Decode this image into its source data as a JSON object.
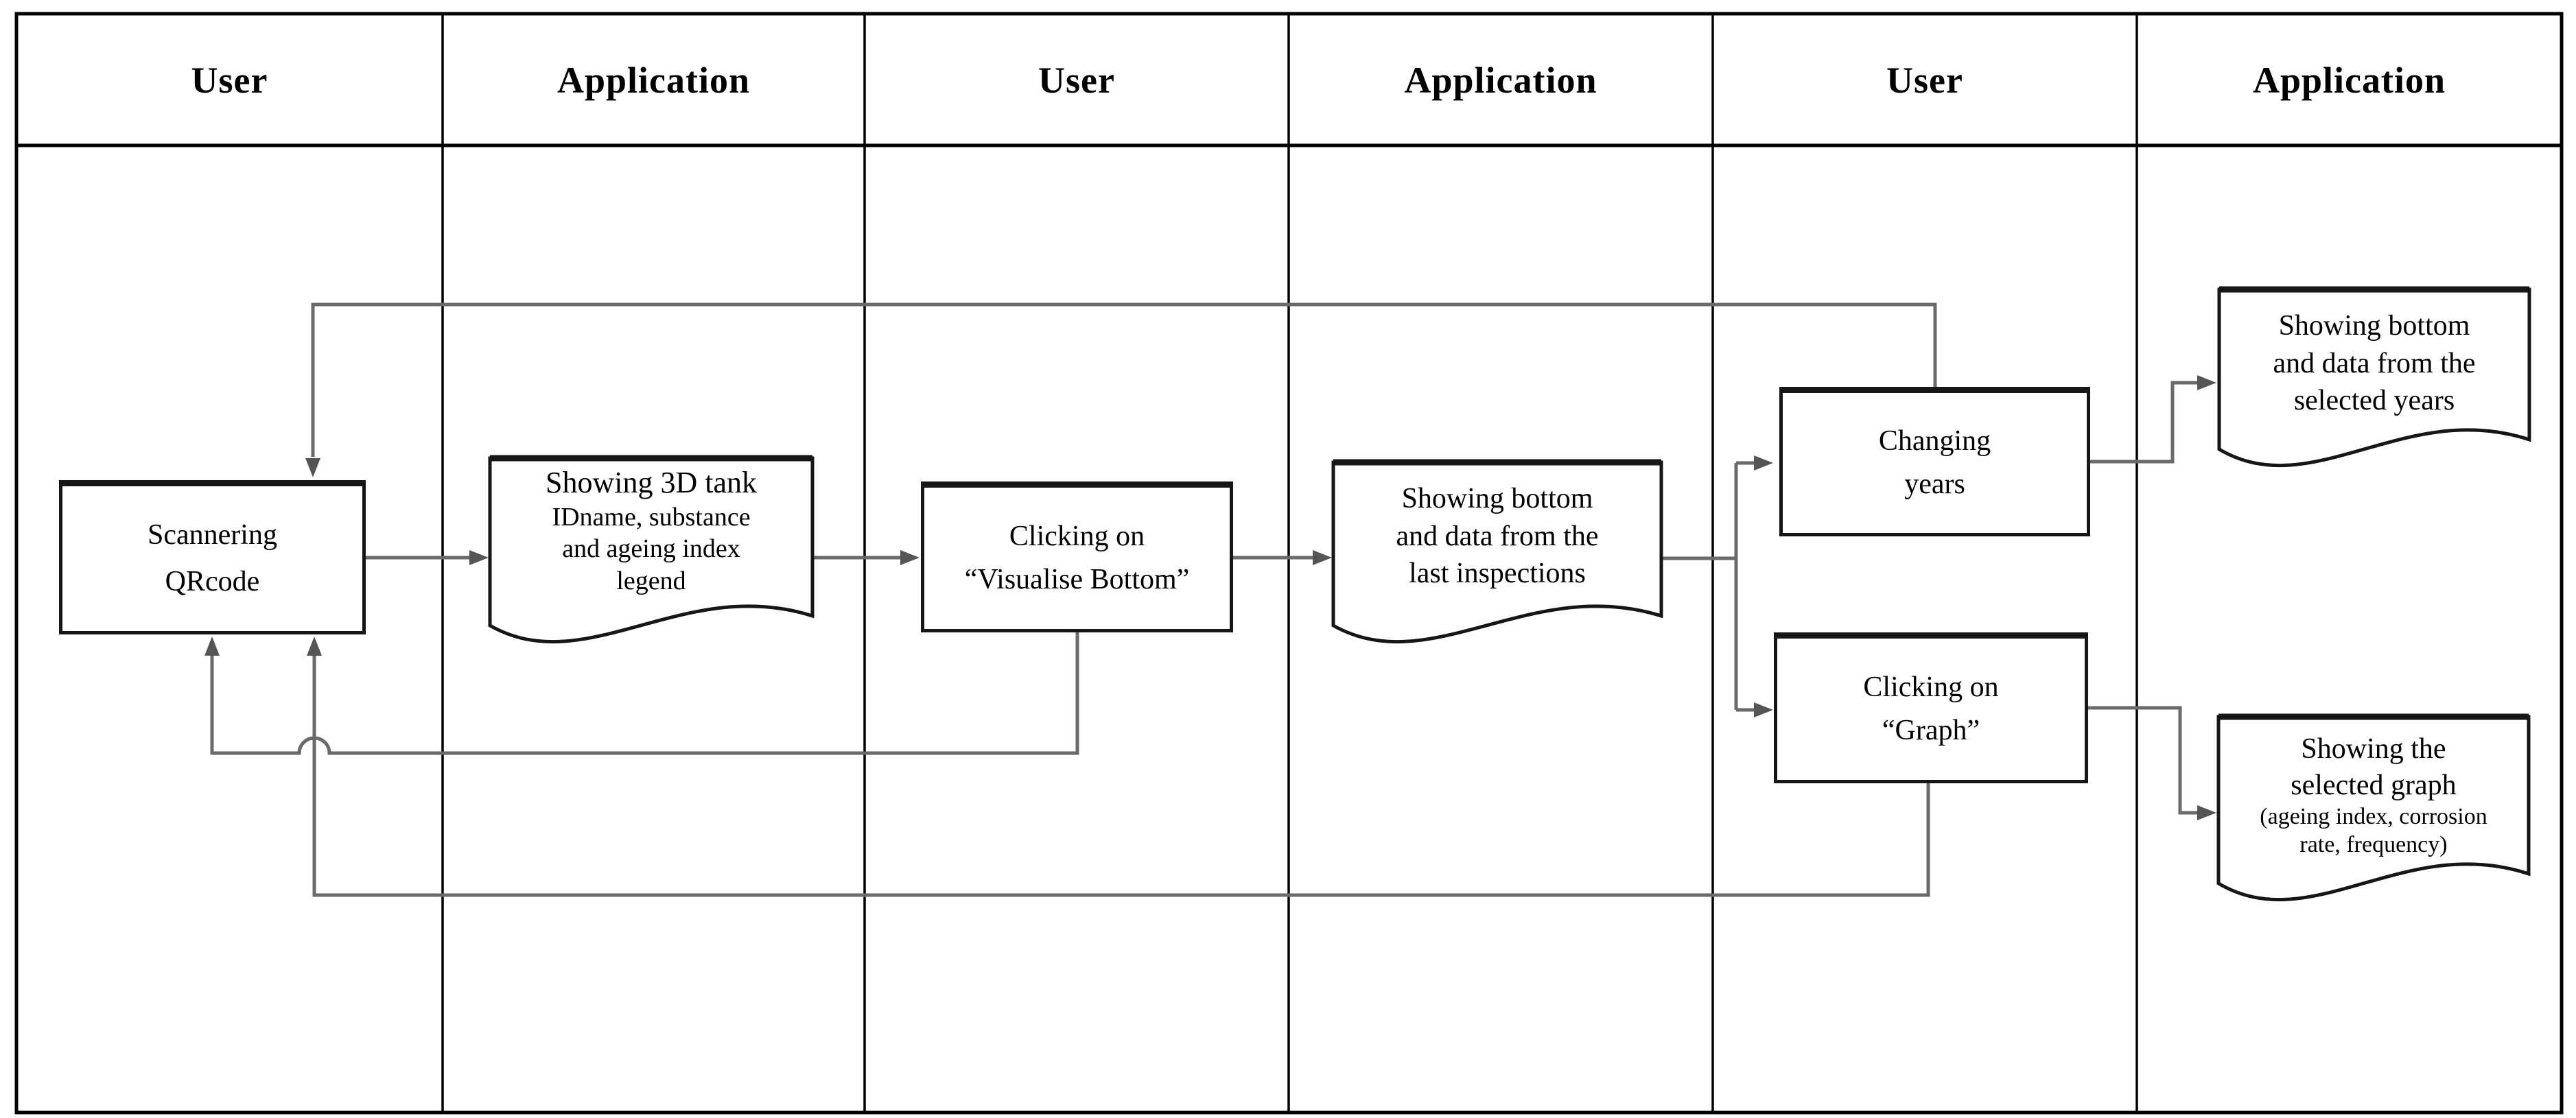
{
  "lanes": [
    {
      "label": "User"
    },
    {
      "label": "Application"
    },
    {
      "label": "User"
    },
    {
      "label": "Application"
    },
    {
      "label": "User"
    },
    {
      "label": "Application"
    }
  ],
  "nodes": {
    "scan": {
      "shape": "process",
      "lane": 1,
      "lines": [
        "Scannering",
        "QRcode"
      ]
    },
    "show3d": {
      "shape": "document",
      "lane": 2,
      "lines": [
        "Showing 3D tank",
        "IDname, substance",
        "and ageing index",
        "legend"
      ]
    },
    "clickVisualise": {
      "shape": "process",
      "lane": 3,
      "lines": [
        "Clicking on",
        "“Visualise Bottom”"
      ]
    },
    "showLastInspections": {
      "shape": "document",
      "lane": 4,
      "lines": [
        "Showing bottom",
        "and data from the",
        "last inspections"
      ]
    },
    "changingYears": {
      "shape": "process",
      "lane": 5,
      "lines": [
        "Changing",
        "years"
      ]
    },
    "clickGraph": {
      "shape": "process",
      "lane": 5,
      "lines": [
        "Clicking on",
        "“Graph”"
      ]
    },
    "showSelectedYears": {
      "shape": "document",
      "lane": 6,
      "lines": [
        "Showing bottom",
        "and data from the",
        "selected years"
      ]
    },
    "showSelectedGraph": {
      "shape": "document",
      "lane": 6,
      "lines": [
        "Showing the",
        "selected graph",
        "(ageing index, corrosion",
        "rate, frequency)"
      ]
    }
  },
  "edges": [
    {
      "from": "scan",
      "to": "show3d"
    },
    {
      "from": "show3d",
      "to": "clickVisualise"
    },
    {
      "from": "clickVisualise",
      "to": "showLastInspections"
    },
    {
      "from": "showLastInspections",
      "to": "changingYears"
    },
    {
      "from": "showLastInspections",
      "to": "clickGraph"
    },
    {
      "from": "changingYears",
      "to": "showSelectedYears"
    },
    {
      "from": "clickGraph",
      "to": "showSelectedGraph"
    },
    {
      "from": "changingYears",
      "to": "scan",
      "kind": "feedback"
    },
    {
      "from": "clickVisualise",
      "to": "scan",
      "kind": "feedback"
    },
    {
      "from": "clickGraph",
      "to": "scan",
      "kind": "feedback"
    }
  ],
  "colors": {
    "background": "#ffffff",
    "shape-border": "#161616",
    "lane-border": "#000000",
    "connector": "#6a6a6a",
    "arrowhead": "#555555",
    "text": "#000000"
  }
}
